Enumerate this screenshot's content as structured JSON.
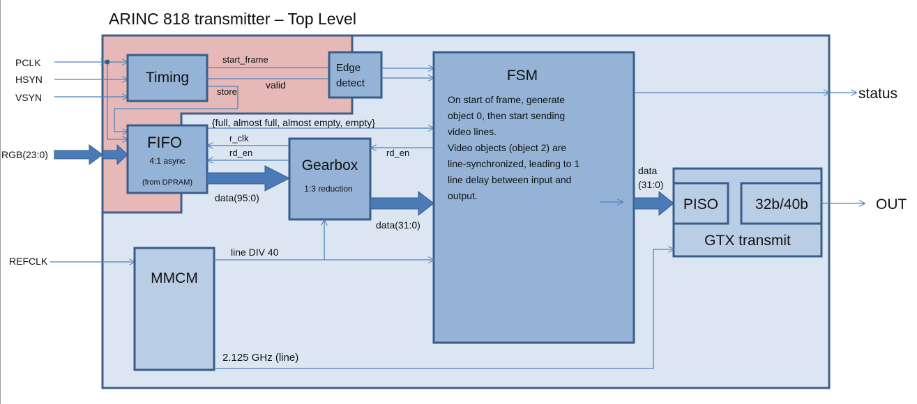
{
  "title": "ARINC 818 transmitter – Top Level",
  "inputs": {
    "pclk": "PCLK",
    "hsyn": "HSYN",
    "vsyn": "VSYN",
    "rgb": "RGB(23:0)",
    "refclk": "REFCLK"
  },
  "outputs": {
    "status": "status",
    "out": "OUT"
  },
  "blocks": {
    "timing": {
      "label": "Timing"
    },
    "edge_detect": {
      "line1": "Edge",
      "line2": "detect"
    },
    "fifo": {
      "label": "FIFO",
      "sub1": "4:1 async",
      "sub2": "(from DPRAM)"
    },
    "gearbox": {
      "label": "Gearbox",
      "sub": "1:3 reduction"
    },
    "fsm": {
      "label": "FSM",
      "description": [
        "On start of frame, generate",
        "object 0, then start sending",
        "video lines.",
        "Video objects (object 2) are",
        "line-synchronized, leading to 1",
        "line delay between input and",
        "output."
      ]
    },
    "mmcm": {
      "label": "MMCM"
    },
    "gtx": {
      "label": "GTX transmit",
      "piso": "PISO",
      "encoder": "32b/40b"
    }
  },
  "signals": {
    "start_frame": "start_frame",
    "valid": "valid",
    "store": "store",
    "fifo_flags": "{full, almost full, almost empty, empty}",
    "r_clk": "r_clk",
    "rd_en_fifo": "rd_en",
    "rd_en_fsm": "rd_en",
    "data_95": "data(95:0)",
    "data_31_gearbox": "data(31:0)",
    "data_31_gtx_1": "data",
    "data_31_gtx_2": "(31:0)",
    "line_div": "line DIV 40",
    "line_clk": "2.125 GHz (line)"
  },
  "colors": {
    "outer_fill": "#dce6f2",
    "outer_border": "#3f5f87",
    "pixel_domain_fill": "#e6b9b8",
    "block_fill": "#95b3d7",
    "block_fill_light": "#b9cde5",
    "block_border": "#385d8a",
    "wire": "#4f81bd",
    "bus": "#4a7ab8"
  }
}
